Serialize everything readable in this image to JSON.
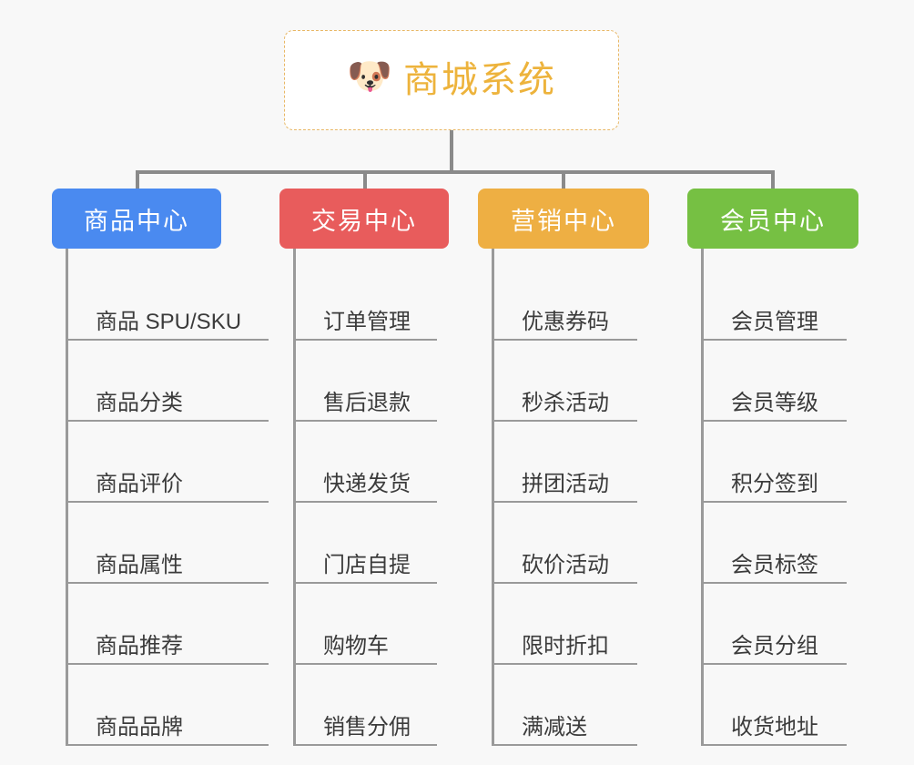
{
  "background_color": "#f8f8f8",
  "root": {
    "icon": "dog-face-emoji",
    "icon_glyph": "🐶",
    "title": "商城系统",
    "text_color": "#edb33c",
    "border_color": "#e8b765",
    "background": "#ffffff"
  },
  "connector_color": "#8a8a8a",
  "columns": [
    {
      "title": "商品中心",
      "color": "#4a8af0",
      "items": [
        "商品 SPU/SKU",
        "商品分类",
        "商品评价",
        "商品属性",
        "商品推荐",
        "商品品牌"
      ]
    },
    {
      "title": "交易中心",
      "color": "#e85c5c",
      "items": [
        "订单管理",
        "售后退款",
        "快递发货",
        "门店自提",
        "购物车",
        "销售分佣"
      ]
    },
    {
      "title": "营销中心",
      "color": "#eeaf43",
      "items": [
        "优惠券码",
        "秒杀活动",
        "拼团活动",
        "砍价活动",
        "限时折扣",
        "满减送"
      ]
    },
    {
      "title": "会员中心",
      "color": "#76c043",
      "items": [
        "会员管理",
        "会员等级",
        "积分签到",
        "会员标签",
        "会员分组",
        "收货地址"
      ]
    }
  ]
}
